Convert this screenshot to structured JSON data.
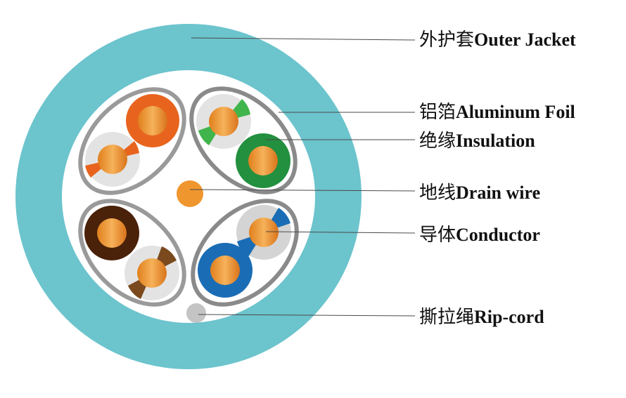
{
  "labels": {
    "outer_jacket": {
      "cn": "外护套",
      "en": "Outer Jacket"
    },
    "aluminum_foil": {
      "cn": "铝箔",
      "en": "Aluminum Foil"
    },
    "insulation": {
      "cn": "绝缘",
      "en": "Insulation"
    },
    "drain_wire": {
      "cn": "地线",
      "en": "Drain wire"
    },
    "conductor": {
      "cn": "导体",
      "en": "Conductor"
    },
    "rip_cord": {
      "cn": "撕拉绳",
      "en": "Rip-cord"
    }
  },
  "colors": {
    "jacket": "#6cc4cd",
    "foil": "#8c8c8c",
    "copper": "#f0962e",
    "orange": "#e8641e",
    "green": "#22903f",
    "green_stripe": "#3fb54b",
    "brown": "#4a2109",
    "brown_stripe": "#7a4a1e",
    "blue": "#1a6db5",
    "white_insulation": "#e3e3e3",
    "rip_cord": "#c4c4c4"
  }
}
